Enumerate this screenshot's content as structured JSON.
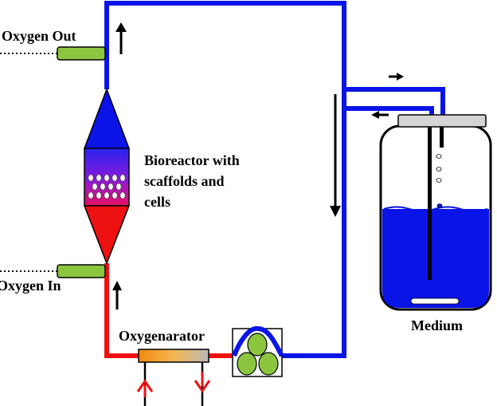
{
  "labels": {
    "oxygen_out": "Oxygen Out",
    "oxygen_in": "Oxygen In",
    "bioreactor_line1": "Bioreactor with",
    "bioreactor_line2": "scaffolds and",
    "bioreactor_line3": "cells",
    "oxygenarator": "Oxygenarator",
    "medium": "Medium"
  },
  "colors": {
    "oxygenated_line": "#0a14e6",
    "deoxygenated_line": "#ee1111",
    "port_fill": "#8cc63f",
    "medium_fill": "#0a14e6",
    "pump_roller": "#8cc63f"
  }
}
